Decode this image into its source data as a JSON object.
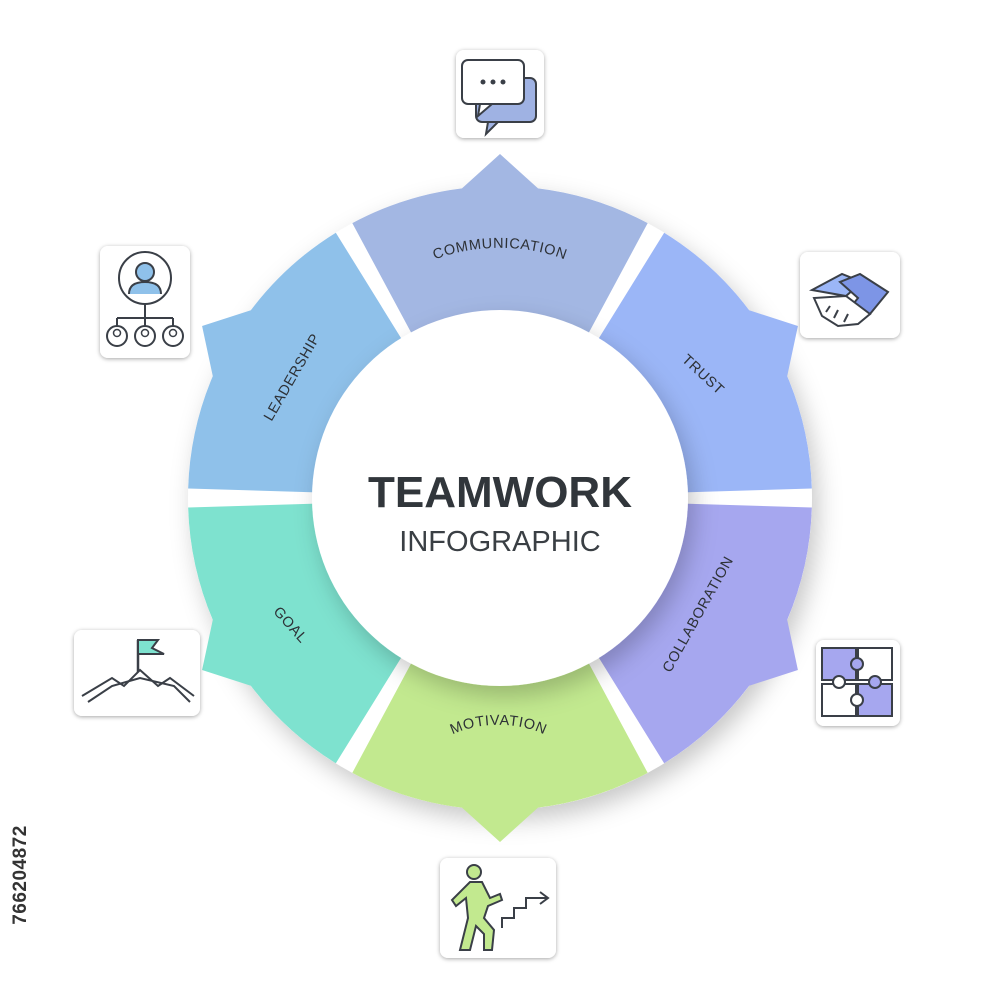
{
  "title": "TEAMWORK",
  "subtitle": "INFOGRAPHIC",
  "image_id": "766204872",
  "colors": {
    "communication": "#a3b7e3",
    "trust": "#9bb6f7",
    "collaboration": "#a6a7ef",
    "motivation": "#c2e98f",
    "goal": "#7ee2cf",
    "leadership": "#8fc1ea",
    "label": "#2d3136",
    "icon_line": "#3a3f47"
  },
  "segments": [
    {
      "key": "communication",
      "label": "COMMUNICATION",
      "icon": "speech-bubble-icon"
    },
    {
      "key": "trust",
      "label": "TRUST",
      "icon": "handshake-icon"
    },
    {
      "key": "collaboration",
      "label": "COLLABORATION",
      "icon": "puzzle-icon"
    },
    {
      "key": "motivation",
      "label": "MOTIVATION",
      "icon": "climbing-stairs-icon"
    },
    {
      "key": "goal",
      "label": "GOAL",
      "icon": "mountain-flag-icon"
    },
    {
      "key": "leadership",
      "label": "LEADERSHIP",
      "icon": "team-hierarchy-icon"
    }
  ]
}
